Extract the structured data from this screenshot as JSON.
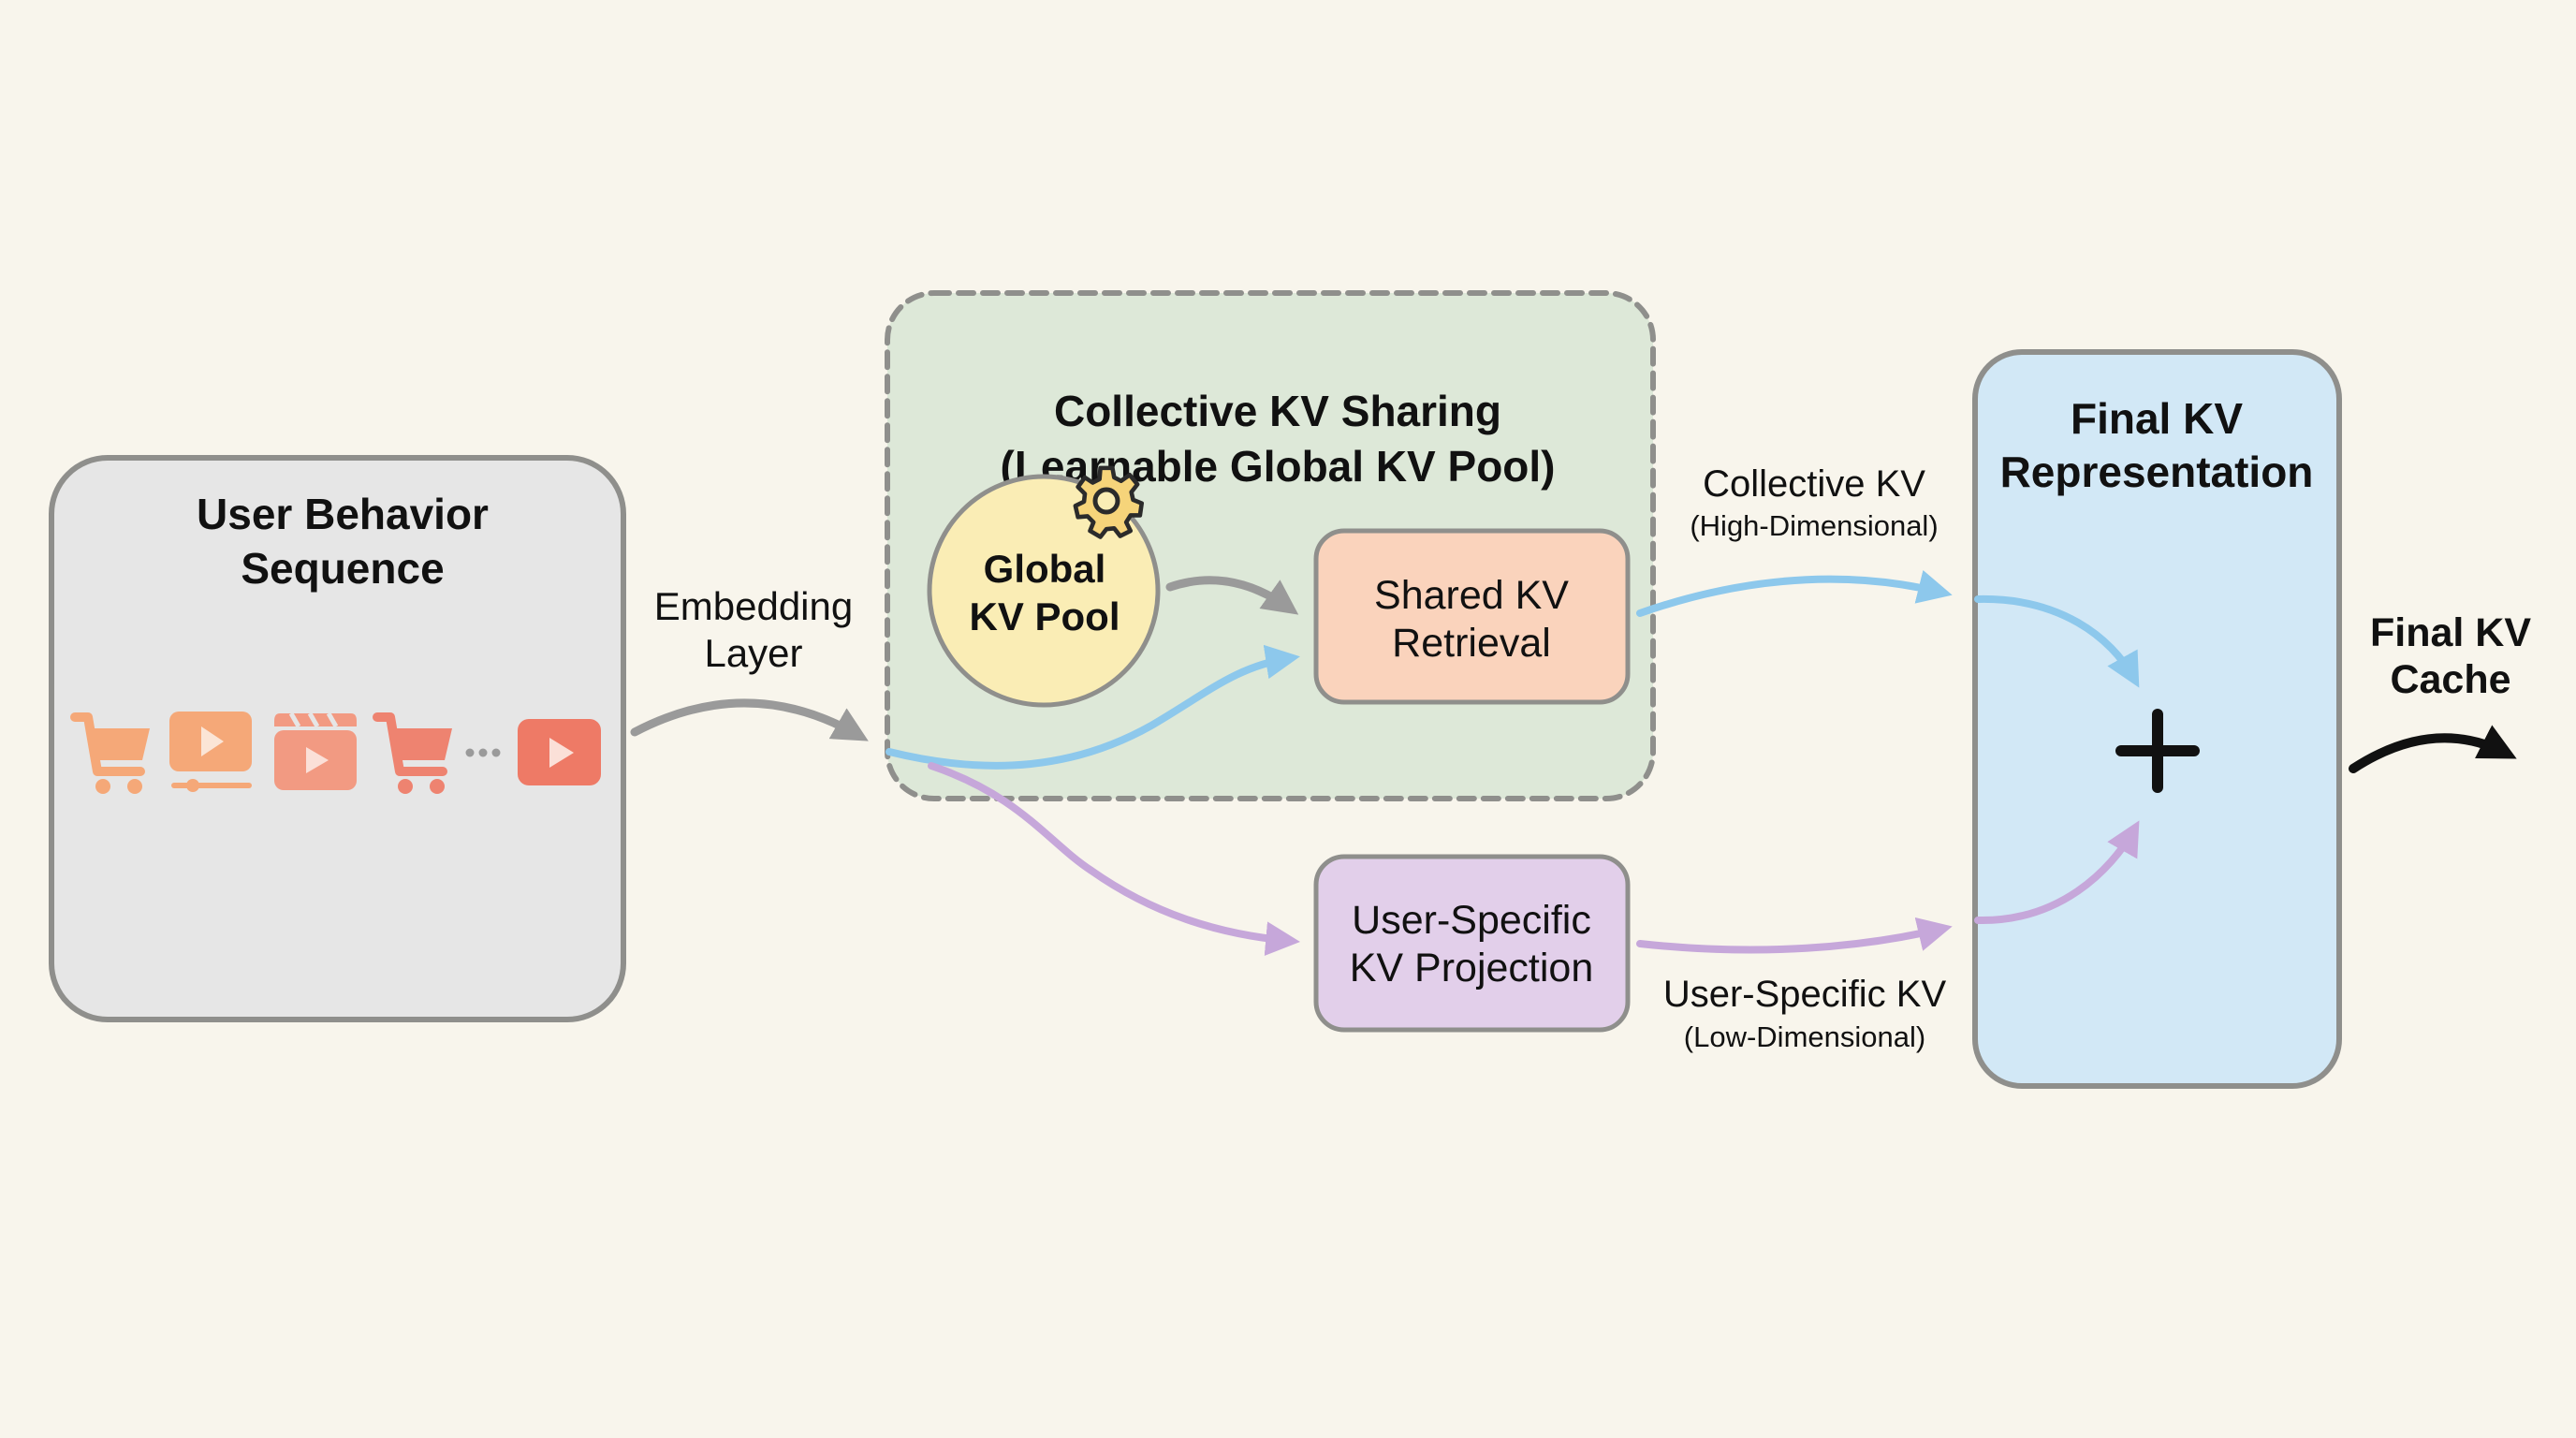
{
  "diagram": {
    "user_behavior": {
      "title_line1": "User Behavior",
      "title_line2": "Sequence",
      "icons": [
        "shopping-cart-icon",
        "video-player-icon",
        "video-clapper-icon",
        "shopping-cart-icon",
        "ellipsis-icon",
        "play-button-icon"
      ]
    },
    "embedding": {
      "label_line1": "Embedding",
      "label_line2": "Layer"
    },
    "collective": {
      "title_line1": "Collective KV Sharing",
      "title_line2": "(Learnable Global KV Pool)",
      "pool_line1": "Global",
      "pool_line2": "KV Pool",
      "pool_icon": "gear-icon",
      "retrieval_line1": "Shared KV",
      "retrieval_line2": "Retrieval"
    },
    "user_specific": {
      "box_line1": "User-Specific",
      "box_line2": "KV Projection"
    },
    "edges": {
      "collective_kv_label": "Collective KV",
      "collective_kv_sub": "(High-Dimensional)",
      "user_kv_label": "User-Specific KV",
      "user_kv_sub": "(Low-Dimensional)"
    },
    "final_rep": {
      "title_line1": "Final KV",
      "title_line2": "Representation",
      "combine_symbol": "+"
    },
    "output": {
      "label_line1": "Final KV",
      "label_line2": "Cache"
    },
    "colors": {
      "background": "#f8f5ec",
      "user_box_fill": "#e6e6e6",
      "collective_fill": "#dde8d8",
      "pool_fill": "#faedb5",
      "retrieval_fill": "#fad3bc",
      "user_proj_fill": "#e2cfea",
      "final_fill": "#d2e8f6",
      "border": "#8f8f8c",
      "collective_arrow": "#8dc8ec",
      "user_arrow": "#c6a7da",
      "gray_arrow": "#9a9a9a",
      "black_arrow": "#111111"
    }
  }
}
